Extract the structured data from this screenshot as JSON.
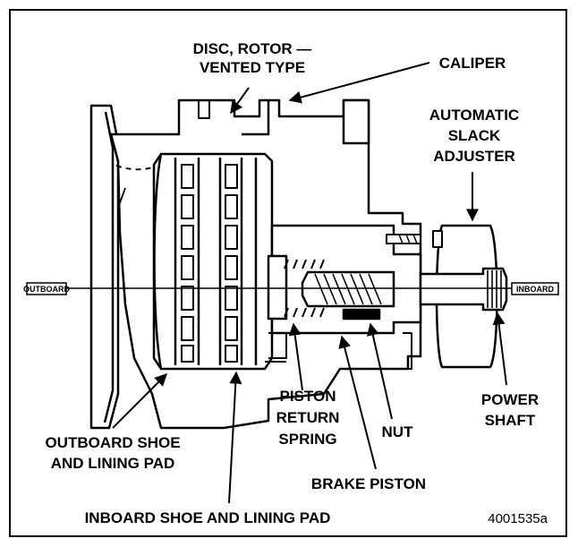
{
  "labels": {
    "disc_rotor_line1": "DISC, ROTOR —",
    "disc_rotor_line2": "VENTED TYPE",
    "caliper": "CALIPER",
    "slack_line1": "AUTOMATIC",
    "slack_line2": "SLACK",
    "slack_line3": "ADJUSTER",
    "outboard_tag": "OUTBOARD",
    "inboard_tag": "INBOARD",
    "piston_line1": "PISTON",
    "piston_line2": "RETURN",
    "piston_line3": "SPRING",
    "power_line1": "POWER",
    "power_line2": "SHAFT",
    "outboard_shoe_line1": "OUTBOARD SHOE",
    "outboard_shoe_line2": "AND LINING PAD",
    "nut": "NUT",
    "brake_piston": "BRAKE PISTON",
    "inboard_shoe": "INBOARD SHOE AND LINING PAD",
    "figure_code": "4001535a"
  }
}
